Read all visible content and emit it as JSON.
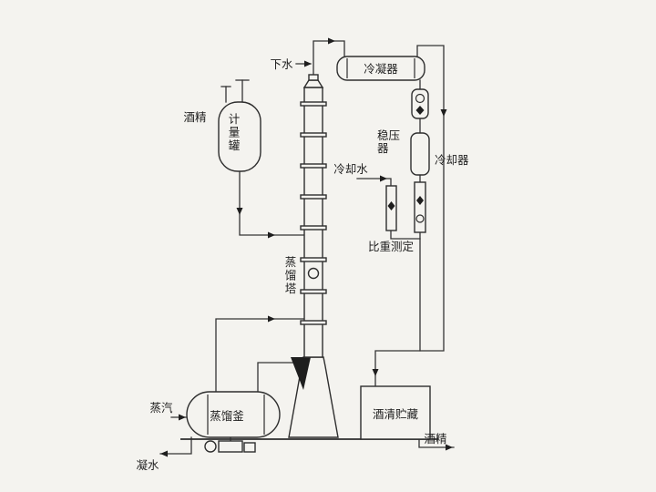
{
  "diagram": {
    "background_color": "#f4f3ef",
    "line_color": "#343434",
    "labels": {
      "drain_water": "下水",
      "condenser": "冷凝器",
      "stabilizer_line1": "稳压",
      "stabilizer_line2": "器",
      "cooling_water": "冷却水",
      "cooler": "冷却器",
      "gravity_measurement": "比重测定",
      "alcohol_feed": "酒精",
      "measuring_tank": "计量罐",
      "distillation_column": "蒸馏塔",
      "steam": "蒸汽",
      "distillation_kettle": "蒸馏釜",
      "alcohol_storage": "酒清贮藏",
      "alcohol_product": "酒精",
      "condensate": "凝水"
    }
  }
}
